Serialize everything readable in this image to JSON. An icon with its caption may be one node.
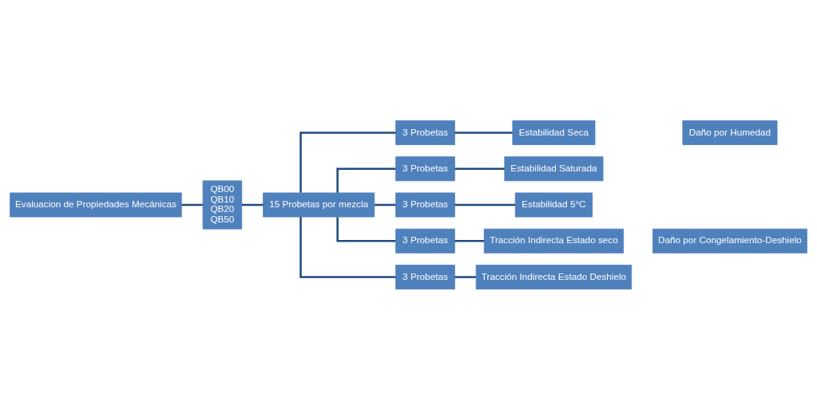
{
  "diagram": {
    "nodes": [
      {
        "text": [
          "Evaluacion de Propiedades Mecánicas"
        ]
      },
      {
        "text": [
          "QB00",
          "QB10",
          "QB20",
          "QB50"
        ]
      },
      {
        "text": [
          "15 Probetas por mezcla"
        ]
      },
      {
        "text": [
          "3 Probetas"
        ]
      },
      {
        "text": [
          "3 Probetas"
        ]
      },
      {
        "text": [
          "3 Probetas"
        ]
      },
      {
        "text": [
          "3 Probetas"
        ]
      },
      {
        "text": [
          "3 Probetas"
        ]
      },
      {
        "text": [
          "Estabilidad Seca"
        ]
      },
      {
        "text": [
          "Estabilidad Saturada"
        ]
      },
      {
        "text": [
          "Estabilidad 5°C"
        ]
      },
      {
        "text": [
          "Tracción Indirecta Estado seco"
        ]
      },
      {
        "text": [
          "Tracción Indirecta Estado Deshielo"
        ]
      },
      {
        "text": [
          "Daño por Humedad"
        ]
      },
      {
        "text": [
          "Daño por Congelamiento-Deshielo"
        ]
      }
    ],
    "edges": [
      {
        "from": 0,
        "to": 1,
        "arrow": "none"
      },
      {
        "from": 1,
        "to": 2,
        "arrow": "none"
      },
      {
        "from": 2,
        "to": 3,
        "arrow": "none"
      },
      {
        "from": 2,
        "to": 4,
        "arrow": "none"
      },
      {
        "from": 2,
        "to": 5,
        "arrow": "none"
      },
      {
        "from": 2,
        "to": 6,
        "arrow": "none"
      },
      {
        "from": 2,
        "to": 7,
        "arrow": "none"
      },
      {
        "from": 3,
        "to": 8,
        "arrow": "none"
      },
      {
        "from": 4,
        "to": 9,
        "arrow": "none"
      },
      {
        "from": 5,
        "to": 10,
        "arrow": "none"
      },
      {
        "from": 6,
        "to": 11,
        "arrow": "none"
      },
      {
        "from": 7,
        "to": 12,
        "arrow": "none"
      }
    ]
  }
}
